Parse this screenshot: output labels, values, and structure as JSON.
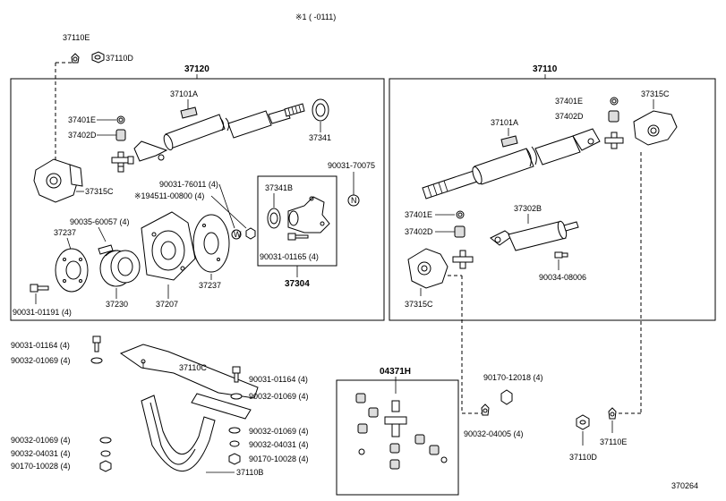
{
  "header": {
    "note": "※1 (      -0111)"
  },
  "groups": {
    "rear_shaft": "37120",
    "front_shaft": "37110",
    "repair_kit": "37304",
    "bearing_kit": "04371H"
  },
  "labels": {
    "l37110E_top": "37110E",
    "l37110D_top": "37110D",
    "l37101A_left": "37101A",
    "l37401E_left": "37401E",
    "l37402D_left": "37402D",
    "l37315C_left": "37315C",
    "l37341": "37341",
    "l90031_76011": "90031-76011 (4)",
    "l194511": "※194511-00800 (4)",
    "l90035": "90035-60057 (4)",
    "l37237_a": "37237",
    "l37237_b": "37237",
    "l37230": "37230",
    "l37207": "37207",
    "l90031_01191": "90031-01191 (4)",
    "l37341B": "37341B",
    "l90031_01165": "90031-01165 (4)",
    "l90031_70075": "90031-70075",
    "l37401E_r1": "37401E",
    "l37402D_r1": "37402D",
    "l37315C_r1": "37315C",
    "l37101A_right": "37101A",
    "l37401E_r2": "37401E",
    "l37402D_r2": "37402D",
    "l37302B": "37302B",
    "l37315C_r2": "37315C",
    "l90034": "90034-08006",
    "l90031_01164_a": "90031-01164 (4)",
    "l90032_01069_a": "90032-01069 (4)",
    "l37110C": "37110C",
    "l90031_01164_b": "90031-01164 (4)",
    "l90032_01069_b": "90032-01069 (4)",
    "l90032_01069_c": "90032-01069 (4)",
    "l90032_04031_a": "90032-04031 (4)",
    "l90170_10028_a": "90170-10028 (4)",
    "l37110B": "37110B",
    "l90032_01069_d": "90032-01069 (4)",
    "l90032_04031_b": "90032-04031 (4)",
    "l90170_10028_b": "90170-10028 (4)",
    "l90170_12018": "90170-12018 (4)",
    "l90032_04005": "90032-04005 (4)",
    "l37110D_bot": "37110D",
    "l37110E_bot": "37110E",
    "diagram_id": "370264"
  }
}
